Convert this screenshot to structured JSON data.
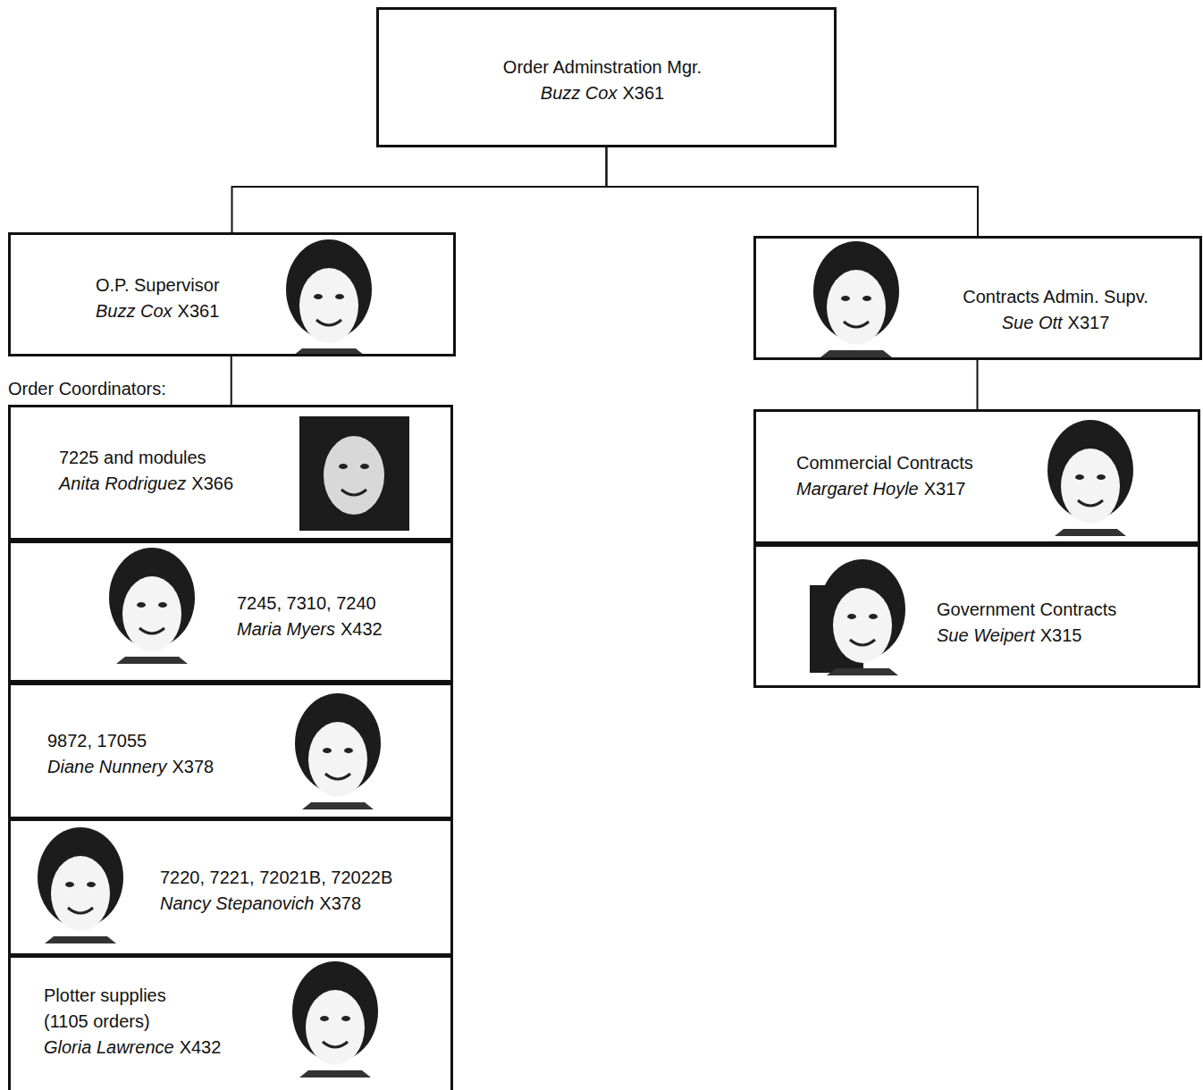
{
  "diagram": {
    "nodes": [
      {
        "text": [
          "Order Adminstration Mgr.",
          "Buzz Cox",
          "X361"
        ]
      },
      {
        "text": [
          "O.P. Supervisor",
          "Buzz Cox",
          "X361"
        ]
      },
      {
        "text": [
          "Contracts Admin. Supv.",
          "Sue Ott",
          "X317"
        ]
      },
      {
        "text": [
          "7225 and modules",
          "Anita Rodriguez",
          "X366"
        ]
      },
      {
        "text": [
          "7245, 7310, 7240",
          "Maria Myers",
          "X432"
        ]
      },
      {
        "text": [
          "9872, 17055",
          "Diane Nunnery",
          "X378"
        ]
      },
      {
        "text": [
          "7220, 7221, 72021B, 72022B",
          "Nancy Stepanovich",
          "X378"
        ]
      },
      {
        "text": [
          "Plotter supplies (1105 orders)",
          "Gloria Lawrence",
          "X432"
        ]
      },
      {
        "text": [
          "Commercial Contracts",
          "Margaret Hoyle",
          "X317"
        ]
      },
      {
        "text": [
          "Government Contracts",
          "Sue Weipert",
          "X315"
        ]
      }
    ],
    "edges": [
      {
        "from": 0,
        "to": 1,
        "arrow": "none"
      },
      {
        "from": 0,
        "to": 2,
        "arrow": "none"
      },
      {
        "from": 1,
        "to": 3,
        "arrow": "none"
      },
      {
        "from": 2,
        "to": 8,
        "arrow": "none"
      }
    ],
    "labels": [
      "Order Coordinators:"
    ]
  }
}
